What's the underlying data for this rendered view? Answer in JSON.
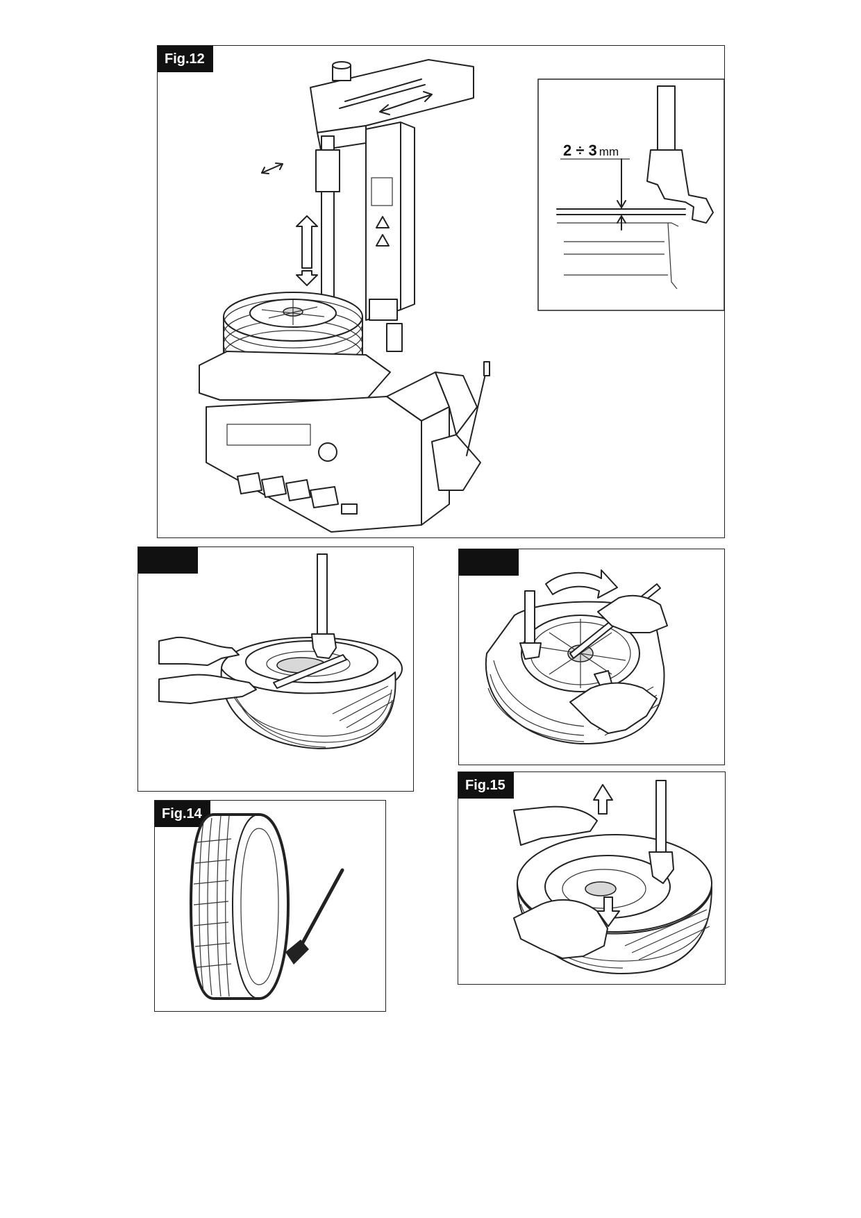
{
  "figures": {
    "fig12": {
      "label": "Fig.12",
      "inset_dimension": "2 ÷ 3",
      "inset_unit": "mm"
    },
    "fig13a": {
      "label": ""
    },
    "fig13b": {
      "label": ""
    },
    "fig14": {
      "label": "Fig.14"
    },
    "fig15": {
      "label": "Fig.15"
    }
  }
}
